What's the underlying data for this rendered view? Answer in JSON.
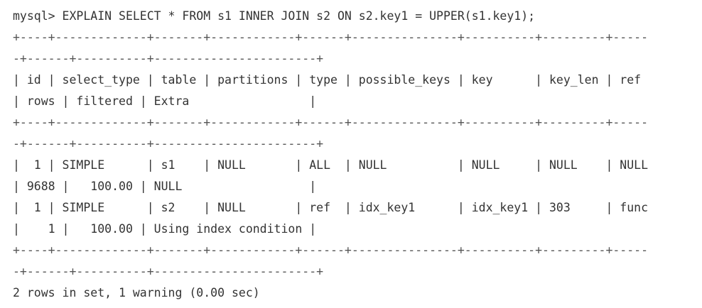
{
  "terminal": {
    "command": "mysql> EXPLAIN SELECT * FROM s1 INNER JOIN s2 ON s2.key1 = UPPER(s1.key1);",
    "lines": [
      "+----+-------------+-------+------------+------+---------------+----------+---------+-----",
      "-+------+----------+-----------------------+",
      "| id | select_type | table | partitions | type | possible_keys | key      | key_len | ref",
      "| rows | filtered | Extra                 |",
      "+----+-------------+-------+------------+------+---------------+----------+---------+-----",
      "-+------+----------+-----------------------+",
      "|  1 | SIMPLE      | s1    | NULL       | ALL  | NULL          | NULL     | NULL    | NULL",
      "| 9688 |   100.00 | NULL                  |",
      "|  1 | SIMPLE      | s2    | NULL       | ref  | idx_key1      | idx_key1 | 303     | func",
      "|    1 |   100.00 | Using index condition |",
      "+----+-------------+-------+------------+------+---------------+----------+---------+-----",
      "-+------+----------+-----------------------+"
    ],
    "summary": "2 rows in set, 1 warning (0.00 sec)"
  }
}
